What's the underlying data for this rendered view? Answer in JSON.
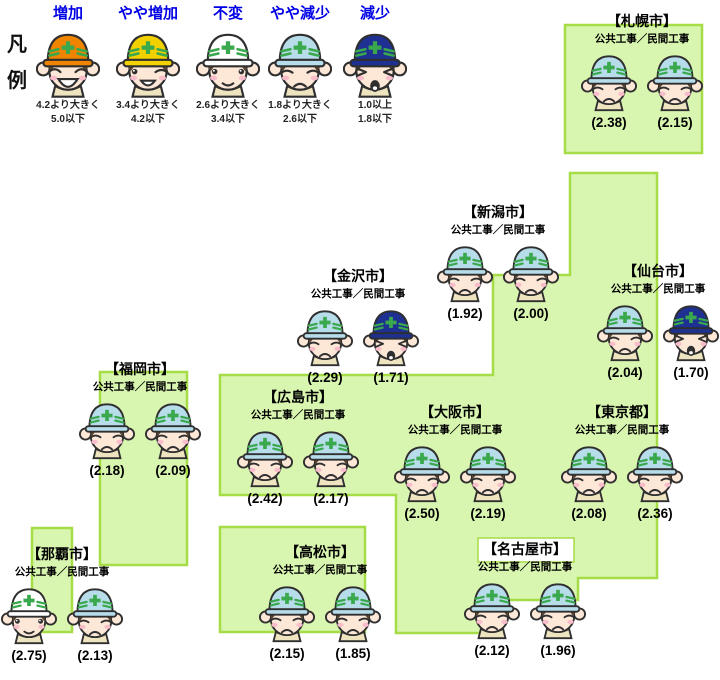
{
  "legend": {
    "title_vertical": "凡例",
    "label_color": "#0000e6",
    "items": [
      {
        "label": "増加",
        "category": "increase",
        "helmet_color": "#f08300",
        "range_line1": "4.2より大きく",
        "range_line2": "5.0以下"
      },
      {
        "label": "やや増加",
        "category": "slight-increase",
        "helmet_color": "#f2d100",
        "range_line1": "3.4より大きく",
        "range_line2": "4.2以下"
      },
      {
        "label": "不変",
        "category": "unchanged",
        "helmet_color": "#ffffff",
        "range_line1": "2.6より大きく",
        "range_line2": "3.4以下"
      },
      {
        "label": "やや減少",
        "category": "slight-decrease",
        "helmet_color": "#b7dcea",
        "range_line1": "1.8より大きく",
        "range_line2": "2.6以下"
      },
      {
        "label": "減少",
        "category": "decrease",
        "helmet_color": "#1e3092",
        "range_line1": "1.0以上",
        "range_line2": "1.8以下"
      }
    ]
  },
  "works_label": "公共工事／民間工事",
  "cities": [
    {
      "id": "sapporo",
      "name": "【札幌市】",
      "public_value": "(2.38)",
      "private_value": "(2.15)",
      "public_category": "slight-decrease",
      "private_category": "slight-decrease"
    },
    {
      "id": "niigata",
      "name": "【新潟市】",
      "public_value": "(1.92)",
      "private_value": "(2.00)",
      "public_category": "slight-decrease",
      "private_category": "slight-decrease"
    },
    {
      "id": "sendai",
      "name": "【仙台市】",
      "public_value": "(2.04)",
      "private_value": "(1.70)",
      "public_category": "slight-decrease",
      "private_category": "decrease"
    },
    {
      "id": "kanazawa",
      "name": "【金沢市】",
      "public_value": "(2.29)",
      "private_value": "(1.71)",
      "public_category": "slight-decrease",
      "private_category": "decrease"
    },
    {
      "id": "fukuoka",
      "name": "【福岡市】",
      "public_value": "(2.18)",
      "private_value": "(2.09)",
      "public_category": "slight-decrease",
      "private_category": "slight-decrease"
    },
    {
      "id": "hiroshima",
      "name": "【広島市】",
      "public_value": "(2.42)",
      "private_value": "(2.17)",
      "public_category": "slight-decrease",
      "private_category": "slight-decrease"
    },
    {
      "id": "osaka",
      "name": "【大阪市】",
      "public_value": "(2.50)",
      "private_value": "(2.19)",
      "public_category": "slight-decrease",
      "private_category": "slight-decrease"
    },
    {
      "id": "tokyo",
      "name": "【東京都】",
      "public_value": "(2.08)",
      "private_value": "(2.36)",
      "public_category": "slight-decrease",
      "private_category": "slight-decrease"
    },
    {
      "id": "naha",
      "name": "【那覇市】",
      "public_value": "(2.75)",
      "private_value": "(2.13)",
      "public_category": "unchanged",
      "private_category": "slight-decrease"
    },
    {
      "id": "takamatsu",
      "name": "【高松市】",
      "public_value": "(2.15)",
      "private_value": "(1.85)",
      "public_category": "slight-decrease",
      "private_category": "slight-decrease"
    },
    {
      "id": "nagoya",
      "name": "【名古屋市】",
      "public_value": "(2.12)",
      "private_value": "(1.96)",
      "public_category": "slight-decrease",
      "private_category": "slight-decrease"
    }
  ],
  "map": {
    "fill": "#d9f6b0",
    "border": "#a6dc46"
  }
}
